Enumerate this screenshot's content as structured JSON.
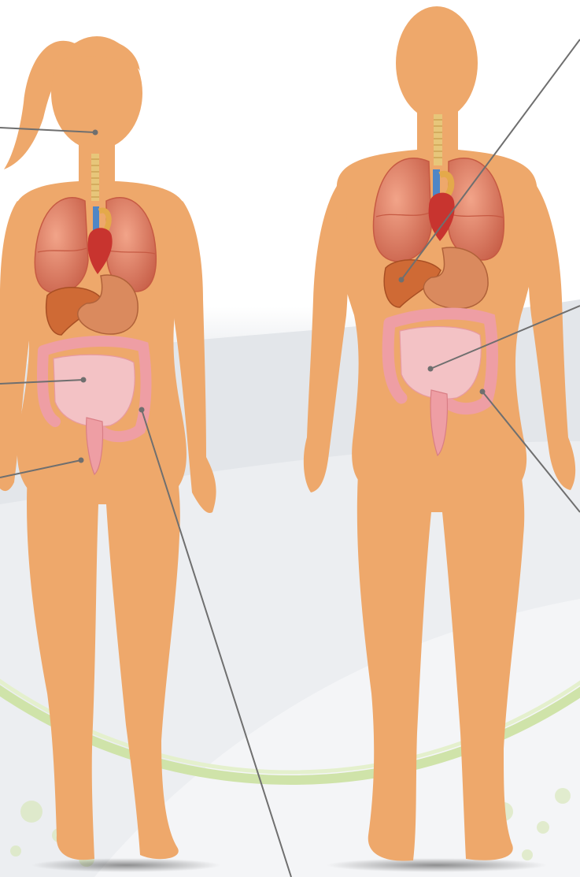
{
  "colors": {
    "skin": "#EEA86B",
    "background_grey": "#DDE1E6",
    "ring_green": "#C9DFA0",
    "lung": "#E5876A",
    "lung_shade": "#C65A43",
    "liver": "#CF6A35",
    "stomach": "#DA8A5E",
    "intestine": "#F3C2C5",
    "colon": "#EE9EA4",
    "spine": "#E7C67A",
    "heart": "#C8342F",
    "vessel_blue": "#4F86C6",
    "leader_line": "#6F6F6F"
  },
  "figures": [
    {
      "name": "female-figure",
      "organs": [
        "throat",
        "lungs",
        "heart",
        "liver",
        "stomach",
        "small-intestine",
        "large-intestine",
        "rectum"
      ]
    },
    {
      "name": "male-figure",
      "organs": [
        "throat",
        "lungs",
        "heart",
        "liver",
        "stomach",
        "small-intestine",
        "large-intestine",
        "rectum"
      ]
    }
  ],
  "callout_targets": [
    "throat",
    "small-intestine",
    "rectum",
    "large-intestine",
    "liver",
    "small-intestine",
    "large-intestine"
  ],
  "labels": []
}
